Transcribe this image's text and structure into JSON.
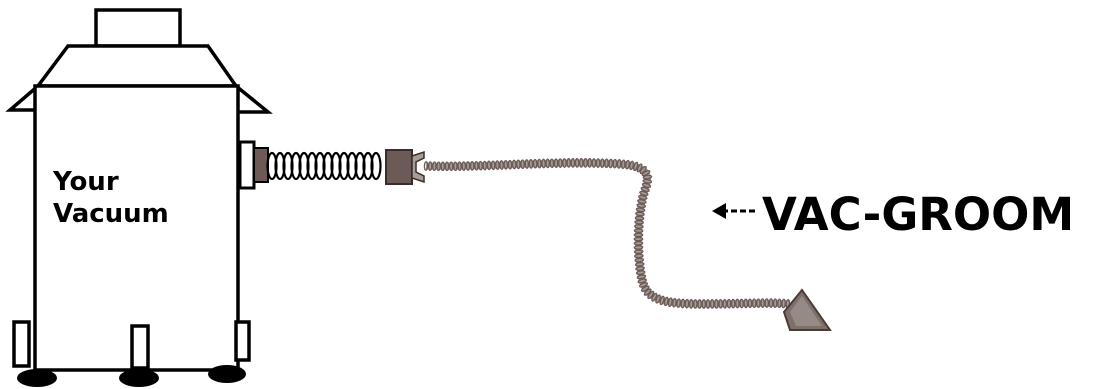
{
  "vacuum": {
    "label_line1": "Your",
    "label_line2": "Vacuum"
  },
  "product": {
    "label": "VAC-GROOM",
    "arrow_icon": "left-arrow-icon"
  },
  "colors": {
    "ink": "#000000",
    "hose_dark": "#6b5a55",
    "hose_light": "#a69d98",
    "background": "#ffffff"
  }
}
